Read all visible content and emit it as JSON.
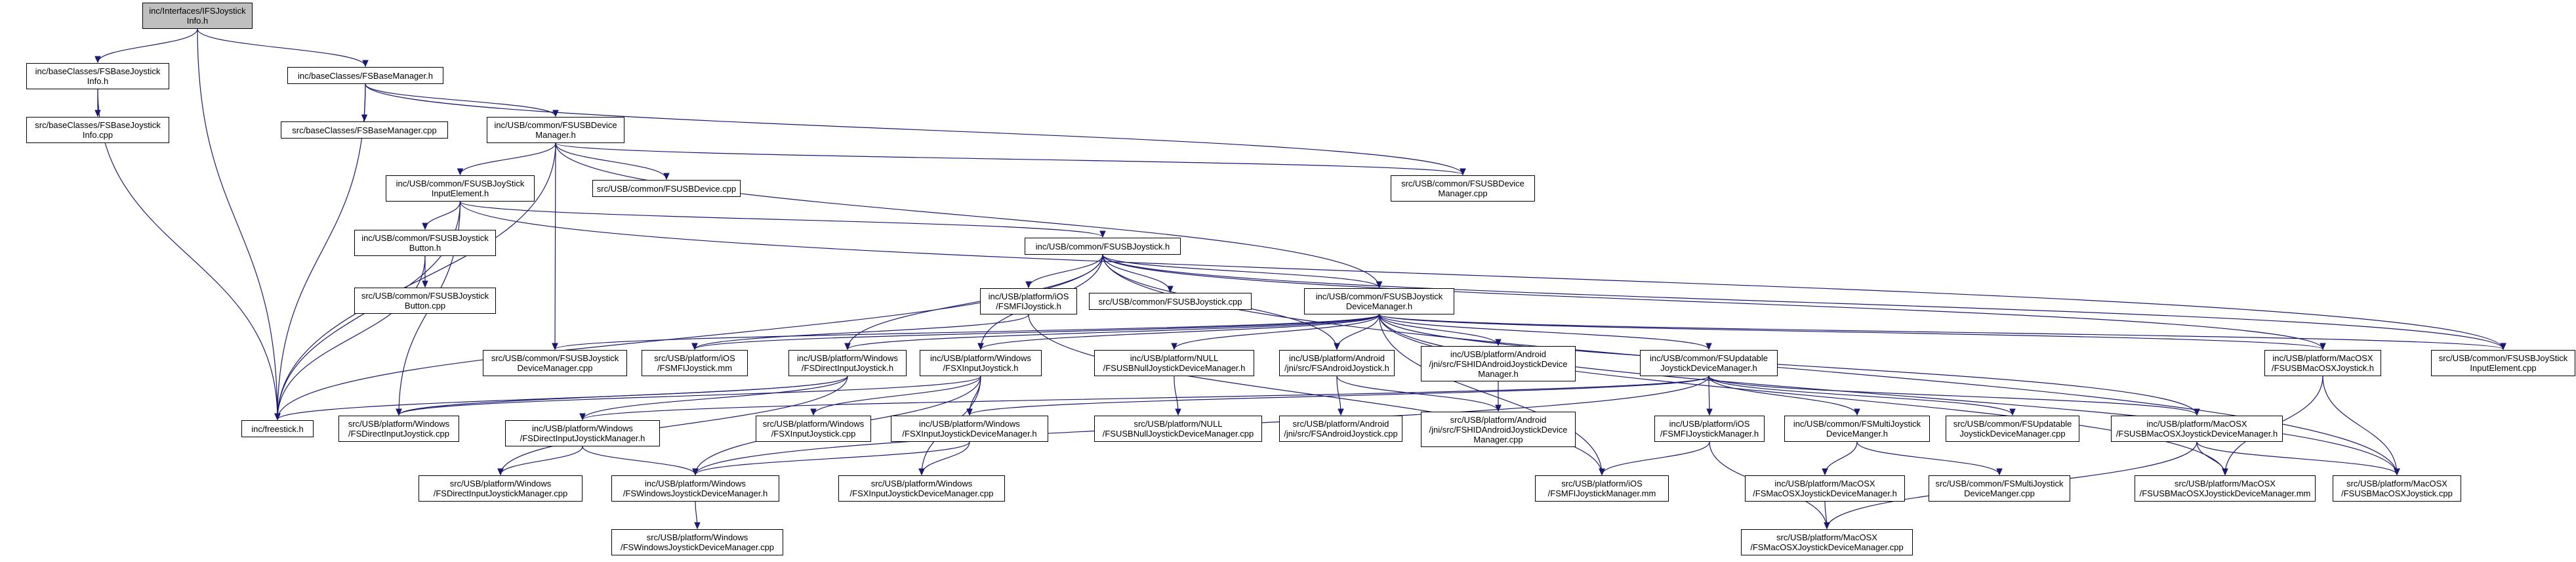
{
  "colors": {
    "edge": "#191970",
    "root_fill": "#bfbfbf",
    "node_fill": "#ffffff",
    "border": "#000000"
  },
  "nodes": {
    "n0": {
      "label": "inc/Interfaces/IFSJoystick\nInfo.h"
    },
    "n1": {
      "label": "inc/baseClasses/FSBaseJoystick\nInfo.h"
    },
    "n2": {
      "label": "inc/baseClasses/FSBaseManager.h"
    },
    "n3": {
      "label": "src/baseClasses/FSBaseJoystick\nInfo.cpp"
    },
    "n4": {
      "label": "src/baseClasses/FSBaseManager.cpp"
    },
    "n5": {
      "label": "inc/USB/common/FSUSBDevice\nManager.h"
    },
    "n6": {
      "label": "inc/USB/common/FSUSBJoyStick\nInputElement.h"
    },
    "n7": {
      "label": "src/USB/common/FSUSBDevice.cpp"
    },
    "n8": {
      "label": "src/USB/common/FSUSBDevice\nManager.cpp"
    },
    "n9": {
      "label": "inc/USB/common/FSUSBJoystick\nButton.h"
    },
    "n10": {
      "label": "src/USB/common/FSUSBJoystick\nButton.cpp"
    },
    "n11": {
      "label": "inc/USB/common/FSUSBJoystick.h"
    },
    "n12": {
      "label": "inc/USB/platform/iOS\n/FSMFIJoystick.h"
    },
    "n13": {
      "label": "src/USB/common/FSUSBJoystick.cpp"
    },
    "n14": {
      "label": "inc/USB/common/FSUSBJoystick\nDeviceManager.h"
    },
    "n15": {
      "label": "src/USB/common/FSUSBJoystick\nDeviceManager.cpp"
    },
    "n16": {
      "label": "src/USB/platform/iOS\n/FSMFIJoystick.mm"
    },
    "n17": {
      "label": "inc/USB/platform/Windows\n/FSDirectInputJoystick.h"
    },
    "n18": {
      "label": "inc/USB/platform/Windows\n/FSXInputJoystick.h"
    },
    "n19": {
      "label": "inc/USB/platform/NULL\n/FSUSBNullJoystickDeviceManager.h"
    },
    "n20": {
      "label": "inc/USB/platform/Android\n/jni/src/FSAndroidJoystick.h"
    },
    "n21": {
      "label": "inc/USB/platform/Android\n/jni/src/FSHIDAndroidJoystickDevice\nManager.h"
    },
    "n22": {
      "label": "inc/USB/common/FSUpdatable\nJoystickDeviceManager.h"
    },
    "n23": {
      "label": "inc/USB/platform/MacOSX\n/FSUSBMacOSXJoystick.h"
    },
    "n24": {
      "label": "src/USB/common/FSUSBJoyStick\nInputElement.cpp"
    },
    "n25": {
      "label": "inc/freestick.h"
    },
    "n26": {
      "label": "src/USB/platform/Windows\n/FSDirectInputJoystick.cpp"
    },
    "n27": {
      "label": "src/USB/platform/Windows\n/FSXInputJoystick.cpp"
    },
    "n28": {
      "label": "inc/USB/platform/Windows\n/FSXInputJoystickDeviceManager.h"
    },
    "n29": {
      "label": "src/USB/platform/NULL\n/FSUSBNullJoystickDeviceManager.cpp"
    },
    "n30": {
      "label": "src/USB/platform/Android\n/jni/src/FSAndroidJoystick.cpp"
    },
    "n31": {
      "label": "src/USB/platform/Android\n/jni/src/FSHIDAndroidJoystickDevice\nManager.cpp"
    },
    "n32": {
      "label": "inc/USB/platform/iOS\n/FSMFIJoystickManager.h"
    },
    "n33": {
      "label": "inc/USB/common/FSMultiJoystick\nDeviceManger.h"
    },
    "n34": {
      "label": "src/USB/common/FSUpdatable\nJoystickDeviceManager.cpp"
    },
    "n35": {
      "label": "inc/USB/platform/MacOSX\n/FSUSBMacOSXJoystickDeviceManager.h"
    },
    "n36": {
      "label": "inc/USB/platform/Windows\n/FSDirectInputJoystickManager.h"
    },
    "n37": {
      "label": "src/USB/platform/Windows\n/FSDirectInputJoystickManager.cpp"
    },
    "n38": {
      "label": "inc/USB/platform/Windows\n/FSWindowsJoystickDeviceManager.h"
    },
    "n39": {
      "label": "src/USB/platform/Windows\n/FSXInputJoystickDeviceManager.cpp"
    },
    "n40": {
      "label": "src/USB/platform/iOS\n/FSMFIJoystickManager.mm"
    },
    "n41": {
      "label": "inc/USB/platform/MacOSX\n/FSMacOSXJoystickDeviceManager.h"
    },
    "n42": {
      "label": "src/USB/common/FSMultiJoystick\nDeviceManger.cpp"
    },
    "n43": {
      "label": "src/USB/platform/MacOSX\n/FSUSBMacOSXJoystickDeviceManager.mm"
    },
    "n44": {
      "label": "src/USB/platform/MacOSX\n/FSUSBMacOSXJoystick.cpp"
    },
    "n45": {
      "label": "src/USB/platform/Windows\n/FSWindowsJoystickDeviceManager.cpp"
    },
    "n46": {
      "label": "src/USB/platform/MacOSX\n/FSMacOSXJoystickDeviceManager.cpp"
    }
  },
  "edges": [
    [
      "n0",
      "n1"
    ],
    [
      "n0",
      "n2"
    ],
    [
      "n0",
      "n25"
    ],
    [
      "n1",
      "n3"
    ],
    [
      "n1",
      "n25"
    ],
    [
      "n2",
      "n4"
    ],
    [
      "n2",
      "n5"
    ],
    [
      "n2",
      "n8"
    ],
    [
      "n2",
      "n25"
    ],
    [
      "n5",
      "n6"
    ],
    [
      "n5",
      "n7"
    ],
    [
      "n5",
      "n8"
    ],
    [
      "n5",
      "n14"
    ],
    [
      "n5",
      "n15"
    ],
    [
      "n5",
      "n25"
    ],
    [
      "n6",
      "n9"
    ],
    [
      "n6",
      "n11"
    ],
    [
      "n6",
      "n24"
    ],
    [
      "n6",
      "n25"
    ],
    [
      "n6",
      "n26"
    ],
    [
      "n9",
      "n10"
    ],
    [
      "n9",
      "n25"
    ],
    [
      "n11",
      "n12"
    ],
    [
      "n11",
      "n13"
    ],
    [
      "n11",
      "n14"
    ],
    [
      "n11",
      "n17"
    ],
    [
      "n11",
      "n18"
    ],
    [
      "n11",
      "n20"
    ],
    [
      "n11",
      "n23"
    ],
    [
      "n11",
      "n24"
    ],
    [
      "n11",
      "n25"
    ],
    [
      "n11",
      "n44"
    ],
    [
      "n12",
      "n16"
    ],
    [
      "n12",
      "n40"
    ],
    [
      "n14",
      "n15"
    ],
    [
      "n14",
      "n16"
    ],
    [
      "n14",
      "n17"
    ],
    [
      "n14",
      "n18"
    ],
    [
      "n14",
      "n19"
    ],
    [
      "n14",
      "n20"
    ],
    [
      "n14",
      "n21"
    ],
    [
      "n14",
      "n22"
    ],
    [
      "n14",
      "n23"
    ],
    [
      "n14",
      "n24"
    ],
    [
      "n14",
      "n35"
    ],
    [
      "n14",
      "n40"
    ],
    [
      "n14",
      "n43"
    ],
    [
      "n14",
      "n44"
    ],
    [
      "n17",
      "n25"
    ],
    [
      "n17",
      "n26"
    ],
    [
      "n17",
      "n36"
    ],
    [
      "n17",
      "n37"
    ],
    [
      "n18",
      "n26"
    ],
    [
      "n18",
      "n27"
    ],
    [
      "n18",
      "n28"
    ],
    [
      "n18",
      "n38"
    ],
    [
      "n18",
      "n39"
    ],
    [
      "n19",
      "n29"
    ],
    [
      "n20",
      "n30"
    ],
    [
      "n20",
      "n31"
    ],
    [
      "n21",
      "n31"
    ],
    [
      "n22",
      "n28"
    ],
    [
      "n22",
      "n32"
    ],
    [
      "n22",
      "n33"
    ],
    [
      "n22",
      "n34"
    ],
    [
      "n22",
      "n35"
    ],
    [
      "n22",
      "n36"
    ],
    [
      "n22",
      "n38"
    ],
    [
      "n23",
      "n43"
    ],
    [
      "n23",
      "n44"
    ],
    [
      "n28",
      "n38"
    ],
    [
      "n28",
      "n39"
    ],
    [
      "n32",
      "n40"
    ],
    [
      "n32",
      "n46"
    ],
    [
      "n33",
      "n41"
    ],
    [
      "n33",
      "n42"
    ],
    [
      "n35",
      "n43"
    ],
    [
      "n35",
      "n44"
    ],
    [
      "n35",
      "n46"
    ],
    [
      "n36",
      "n37"
    ],
    [
      "n36",
      "n38"
    ],
    [
      "n38",
      "n45"
    ],
    [
      "n41",
      "n46"
    ]
  ]
}
